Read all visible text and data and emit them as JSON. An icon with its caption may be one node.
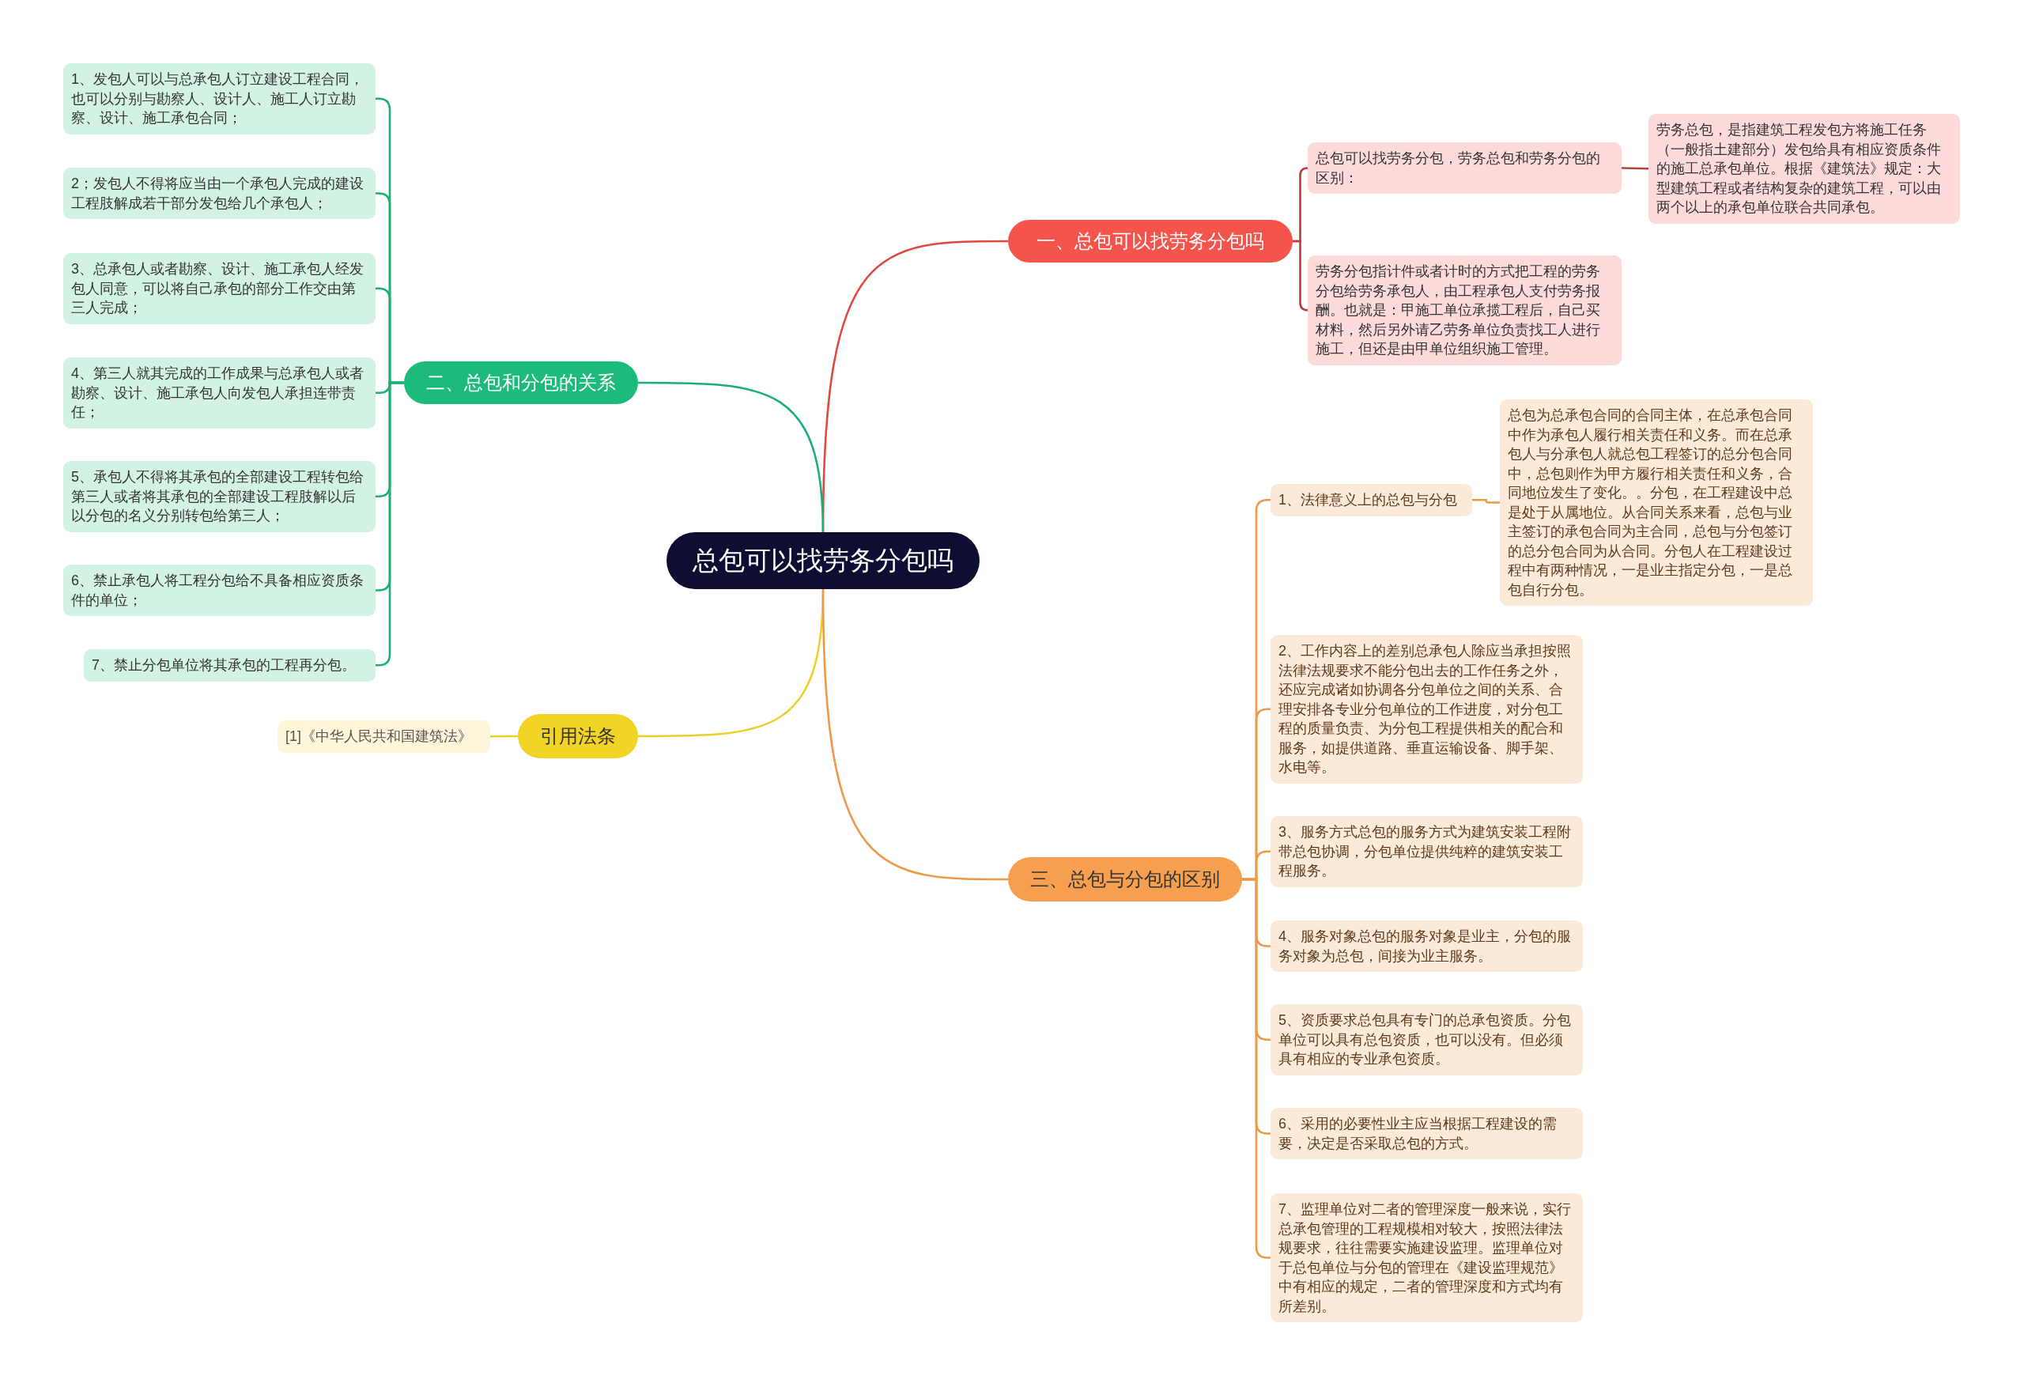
{
  "diagram": {
    "nodes": [
      {
        "text": [
          "总包可以找劳务分包吗"
        ]
      },
      {
        "text": [
          "一、总包可以找劳务分包吗"
        ]
      },
      {
        "text": [
          "总包可以找劳务分包，劳务总包和劳务分包的区别："
        ]
      },
      {
        "text": [
          "劳务总包，是指建筑工程发包方将施工任务（一般指土建部分）发包给具有相应资质条件的施工总承包单位。根据《建筑法》规定：大型建筑工程或者结构复杂的建筑工程，可以由两个以上的承包单位联合共同承包。"
        ]
      },
      {
        "text": [
          "劳务分包指计件或者计时的方式把工程的劳务分包给劳务承包人，由工程承包人支付劳务报酬。也就是：甲施工单位承揽工程后，自己买材料，然后另外请乙劳务单位负责找工人进行施工，但还是由甲单位组织施工管理。"
        ]
      },
      {
        "text": [
          "二、总包和分包的关系"
        ]
      },
      {
        "text": [
          "1、发包人可以与总承包人订立建设工程合同，也可以分别与勘察人、设计人、施工人订立勘察、设计、施工承包合同；"
        ]
      },
      {
        "text": [
          "2；发包人不得将应当由一个承包人完成的建设工程肢解成若干部分发包给几个承包人；"
        ]
      },
      {
        "text": [
          "3、总承包人或者勘察、设计、施工承包人经发包人同意，可以将自己承包的部分工作交由第三人完成；"
        ]
      },
      {
        "text": [
          "4、第三人就其完成的工作成果与总承包人或者勘察、设计、施工承包人向发包人承担连带责任；"
        ]
      },
      {
        "text": [
          "5、承包人不得将其承包的全部建设工程转包给第三人或者将其承包的全部建设工程肢解以后以分包的名义分别转包给第三人；"
        ]
      },
      {
        "text": [
          "6、禁止承包人将工程分包给不具备相应资质条件的单位；"
        ]
      },
      {
        "text": [
          "7、禁止分包单位将其承包的工程再分包。"
        ]
      },
      {
        "text": [
          "引用法条"
        ]
      },
      {
        "text": [
          "[1]《中华人民共和国建筑法》"
        ]
      },
      {
        "text": [
          "三、总包与分包的区别"
        ]
      },
      {
        "text": [
          "1、法律意义上的总包与分包"
        ]
      },
      {
        "text": [
          "总包为总承包合同的合同主体，在总承包合同中作为承包人履行相关责任和义务。而在总承包人与分承包人就总包工程签订的总分包合同中，总包则作为甲方履行相关责任和义务，合同地位发生了变化。。分包，在工程建设中总是处于从属地位。从合同关系来看，总包与业主签订的承包合同为主合同，总包与分包签订的总分包合同为从合同。分包人在工程建设过程中有两种情况，一是业主指定分包，一是总包自行分包。"
        ]
      },
      {
        "text": [
          "2、工作内容上的差别总承包人除应当承担按照法律法规要求不能分包出去的工作任务之外，还应完成诸如协调各分包单位之间的关系、合理安排各专业分包单位的工作进度，对分包工程的质量负责、为分包工程提供相关的配合和服务，如提供道路、垂直运输设备、脚手架、水电等。"
        ]
      },
      {
        "text": [
          "3、服务方式总包的服务方式为建筑安装工程附带总包协调，分包单位提供纯粹的建筑安装工程服务。"
        ]
      },
      {
        "text": [
          "4、服务对象总包的服务对象是业主，分包的服务对象为总包，间接为业主服务。"
        ]
      },
      {
        "text": [
          "5、资质要求总包具有专门的总承包资质。分包单位可以具有总包资质，也可以没有。但必须具有相应的专业承包资质。"
        ]
      },
      {
        "text": [
          "6、采用的必要性业主应当根据工程建设的需要，决定是否采取总包的方式。"
        ]
      },
      {
        "text": [
          "7、监理单位对二者的管理深度一般来说，实行总承包管理的工程规模相对较大，按照法律法规要求，往往需要实施建设监理。监理单位对于总包单位与分包的管理在《建设监理规范》中有相应的规定，二者的管理深度和方式均有所差别。"
        ]
      }
    ],
    "edges": [
      {
        "from": 0,
        "to": 1,
        "arrow": "none",
        "color": "#e0493f"
      },
      {
        "from": 0,
        "to": 5,
        "arrow": "none",
        "color": "#1aaf73"
      },
      {
        "from": 0,
        "to": 13,
        "arrow": "none",
        "color": "#ebd02c"
      },
      {
        "from": 0,
        "to": 15,
        "arrow": "none"
      },
      {
        "from": 1,
        "to": 2,
        "arrow": "none",
        "color": "#b5403d"
      },
      {
        "from": 1,
        "to": 4,
        "arrow": "none",
        "color": "#b5403d"
      },
      {
        "from": 2,
        "to": 3,
        "arrow": "none",
        "color": "#b5403d"
      },
      {
        "from": 5,
        "to": 6,
        "arrow": "none",
        "color": "#1aaf73"
      },
      {
        "from": 5,
        "to": 7,
        "arrow": "none",
        "color": "#1aaf73"
      },
      {
        "from": 5,
        "to": 8,
        "arrow": "none",
        "color": "#1aaf73"
      },
      {
        "from": 5,
        "to": 9,
        "arrow": "none",
        "color": "#1aaf73"
      },
      {
        "from": 5,
        "to": 10,
        "arrow": "none",
        "color": "#1aaf73"
      },
      {
        "from": 5,
        "to": 11,
        "arrow": "none",
        "color": "#1aaf73"
      },
      {
        "from": 5,
        "to": 12,
        "arrow": "none",
        "color": "#1aaf73"
      },
      {
        "from": 13,
        "to": 14,
        "arrow": "none",
        "color": "#ebd02c"
      },
      {
        "from": 15,
        "to": 16,
        "arrow": "none"
      },
      {
        "from": 16,
        "to": 17,
        "arrow": "none"
      },
      {
        "from": 15,
        "to": 18,
        "arrow": "none"
      },
      {
        "from": 15,
        "to": 19,
        "arrow": "none"
      },
      {
        "from": 15,
        "to": 20,
        "arrow": "none"
      },
      {
        "from": 15,
        "to": 21,
        "arrow": "none"
      },
      {
        "from": 15,
        "to": 22,
        "arrow": "none"
      },
      {
        "from": 15,
        "to": 23,
        "arrow": "none"
      }
    ]
  }
}
